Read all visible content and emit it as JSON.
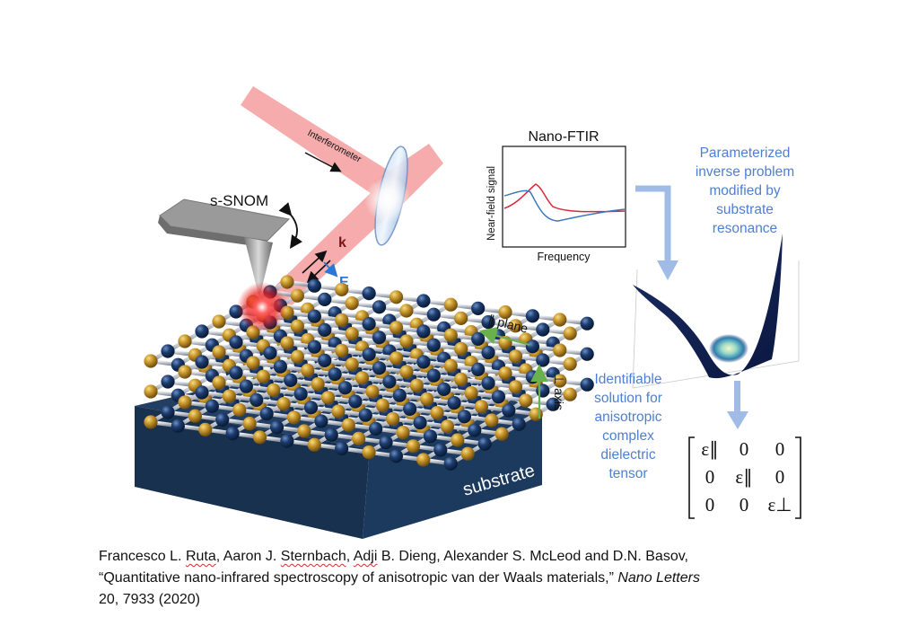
{
  "labels": {
    "s_snom": "s-SNOM",
    "interferometer": "Interferometer",
    "k": "k",
    "e": "E",
    "parallel_plane": "∥ plane",
    "perp_axis": "⊥ axis",
    "substrate": "substrate"
  },
  "inset": {
    "title": "Nano-FTIR",
    "ylabel": "Near-field signal",
    "xlabel": "Frequency",
    "series_colors": [
      "#d8283a",
      "#3a78c0"
    ]
  },
  "notes": {
    "inverse_problem": [
      "Parameterized",
      "inverse problem",
      "modified by",
      "substrate",
      "resonance"
    ],
    "solution": [
      "Identifiable",
      "solution for",
      "anisotropic",
      "complex",
      "dielectric",
      "tensor"
    ]
  },
  "tensor": {
    "rows": [
      [
        "ε∥",
        "0",
        "0"
      ],
      [
        "0",
        "ε∥",
        "0"
      ],
      [
        "0",
        "0",
        "ε⊥"
      ]
    ]
  },
  "citation": {
    "authors_a": "Francesco L. ",
    "ruta": "Ruta",
    "authors_b": ", Aaron J. ",
    "sternbach": "Sternbach",
    "authors_c": ", ",
    "adji": "Adji",
    "authors_d": " B. Dieng, Alexander S. McLeod and D.N. Basov,",
    "title": "“Quantitative nano-infrared spectroscopy of anisotropic van der Waals materials,” ",
    "journal": "Nano Letters",
    "volume": "20, 7933 (2020)"
  },
  "colors": {
    "note_blue": "#4f7fd0",
    "beam": "#f5a3a3",
    "substrate_top": "#1f3a5c",
    "substrate_side": "#17304f",
    "atom_gold": "#c8962a",
    "atom_navy": "#1d3c6e",
    "green_arrow": "#6ab04c",
    "block_arrow": "#9fbbe6"
  }
}
